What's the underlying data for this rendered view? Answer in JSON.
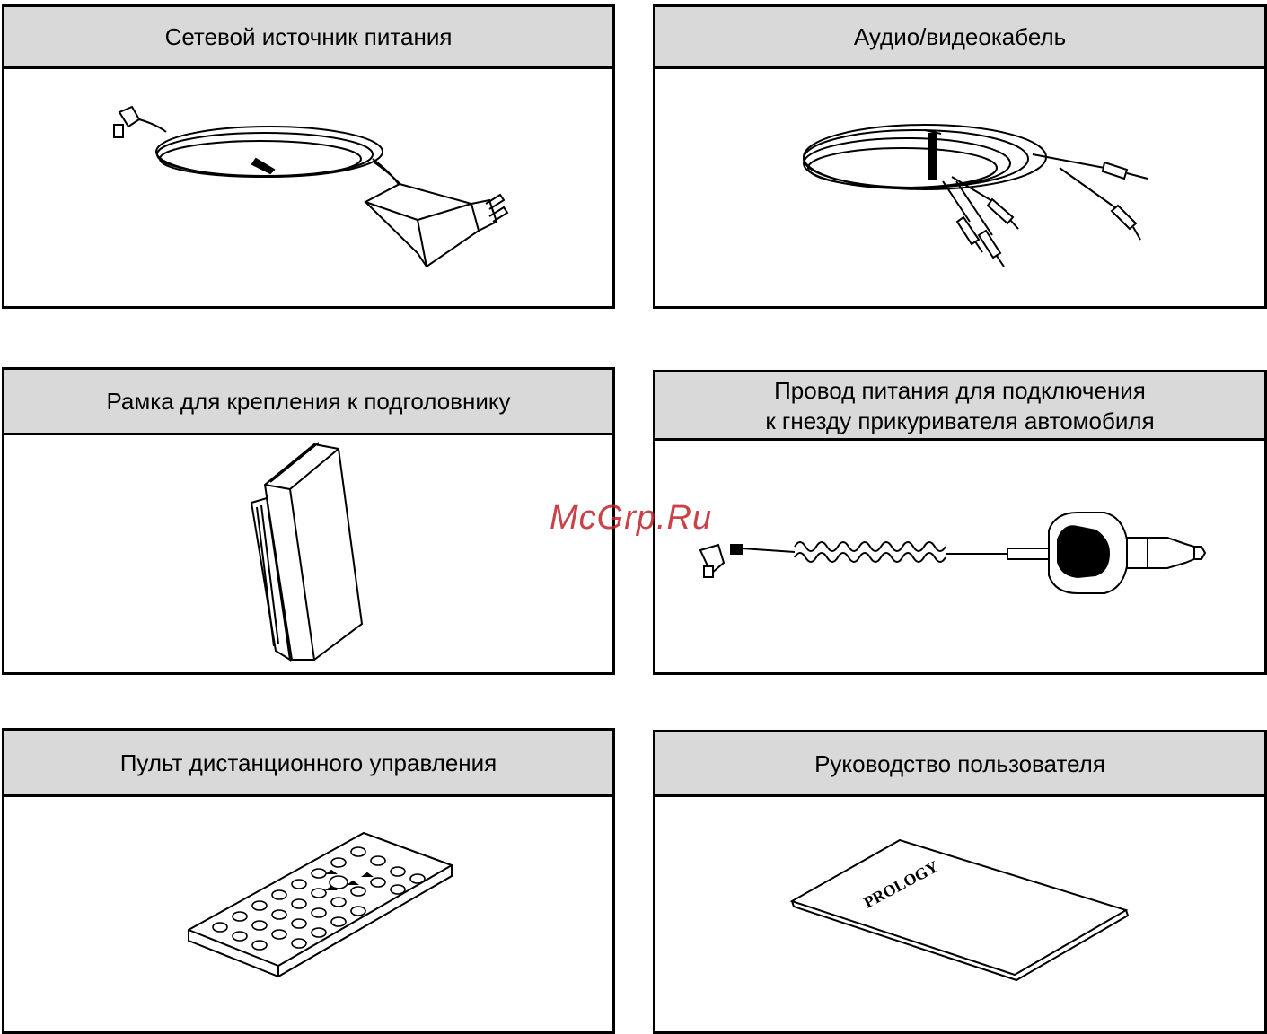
{
  "panels": {
    "power_adapter": {
      "title": "Сетевой источник питания"
    },
    "av_cable": {
      "title": "Аудио/видеокабель"
    },
    "headrest_frame": {
      "title": "Рамка для крепления к подголовнику"
    },
    "car_power_cord": {
      "title_line1": "Провод питания для подключения",
      "title_line2": "к гнезду прикуривателя автомобиля"
    },
    "remote_control": {
      "title": "Пульт дистанционного управления"
    },
    "user_manual": {
      "title": "Руководство пользователя",
      "brand_logo": "PROLOGY"
    }
  },
  "watermark": {
    "text": "McGrp.Ru",
    "color": "#c0202a"
  },
  "colors": {
    "header_bg": "#d9d9d9",
    "border": "#000000"
  }
}
